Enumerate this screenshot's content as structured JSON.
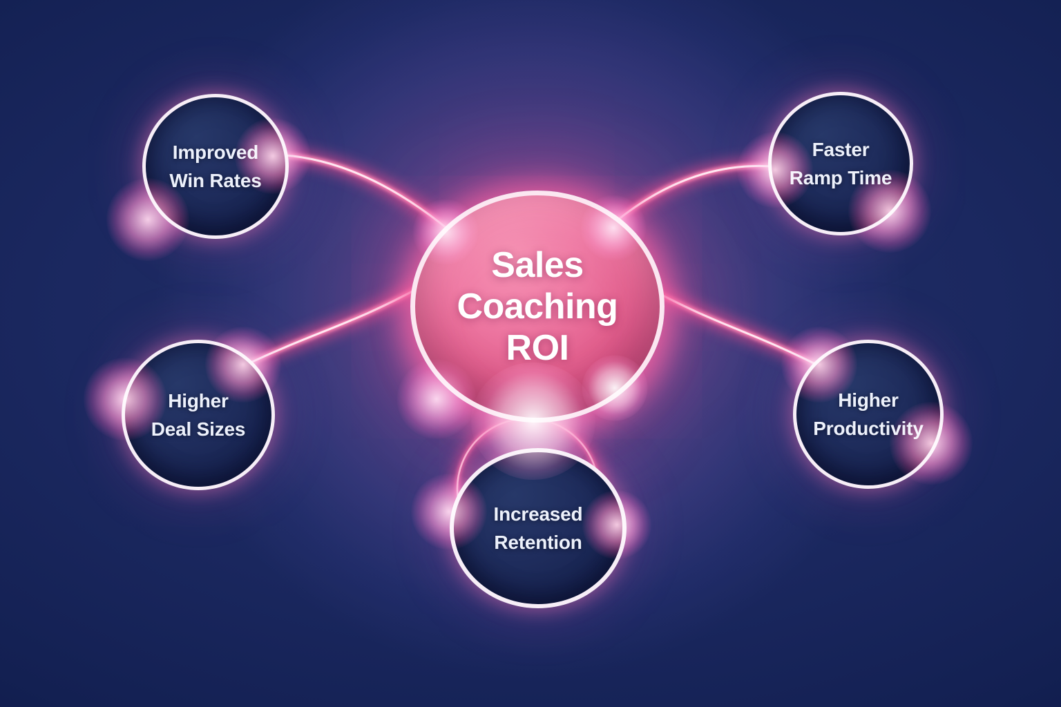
{
  "diagram": {
    "center": {
      "id": "sales-coaching-roi",
      "label": "Sales Coaching ROI",
      "lines": [
        "Sales",
        "Coaching",
        "ROI"
      ]
    },
    "nodes": [
      {
        "id": "improved-win-rates",
        "label": "Improved Win Rates",
        "lines": [
          "Improved",
          "Win Rates"
        ]
      },
      {
        "id": "faster-ramp-time",
        "label": "Faster Ramp Time",
        "lines": [
          "Faster",
          "Ramp Time"
        ]
      },
      {
        "id": "higher-deal-sizes",
        "label": "Higher Deal Sizes",
        "lines": [
          "Higher",
          "Deal Sizes"
        ]
      },
      {
        "id": "higher-productivity",
        "label": "Higher Productivity",
        "lines": [
          "Higher",
          "Productivity"
        ]
      },
      {
        "id": "increased-retention",
        "label": "Increased Retention",
        "lines": [
          "Increased",
          "Retention"
        ]
      }
    ],
    "colors": {
      "background_center": "#223067",
      "background_corner": "#091240",
      "center_fill_light": "#f591b3",
      "center_fill_dark": "#b03a6a",
      "satellite_fill": "#17234f",
      "ring_white": "#f7eef7",
      "connector_core": "#ffeaf3",
      "connector_pink": "#ff86b4",
      "glow_pink": "#ff4f93",
      "text_color": "#ffffff"
    }
  }
}
